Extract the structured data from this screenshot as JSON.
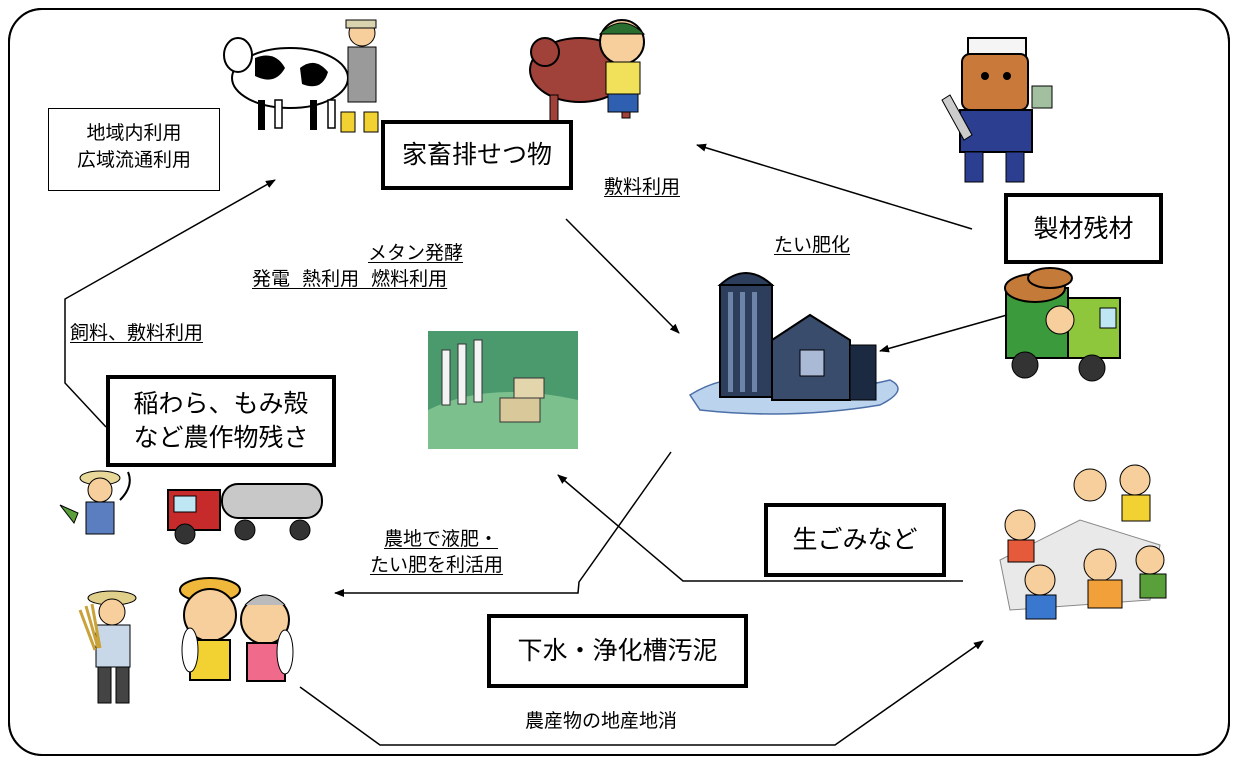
{
  "boxes": {
    "local_use": [
      "地域内利用",
      "広域流通利用"
    ],
    "livestock_waste": "家畜排せつ物",
    "lumber_residue": "製材残材",
    "crop_residue": [
      "稲わら、もみ殻",
      "など農作物残さ"
    ],
    "food_waste": "生ごみなど",
    "sewage_sludge": "下水・浄化槽汚泥"
  },
  "labels": {
    "bedding_use": "敷料利用",
    "composting": "たい肥化",
    "methane_lines": [
      "メタン発酵",
      "発電  熱利用  燃料利用"
    ],
    "feed_bedding_use": "飼料、敷料利用",
    "farmland_lines": [
      "農地で液肥・",
      "たい肥を利活用"
    ],
    "local_consumption": "農産物の地産地消"
  },
  "illustrations": [
    "dairy-farmer-with-cow",
    "farmer-with-red-cow",
    "carpenter-with-saw",
    "green-log-truck",
    "composting-silo-barn",
    "power-plant",
    "farmer-with-sickle",
    "tanker-truck",
    "old-farmer-with-rice",
    "farmer-couple-with-radishes",
    "family-dining"
  ],
  "colors": {
    "stroke": "#000000",
    "background": "#ffffff"
  }
}
